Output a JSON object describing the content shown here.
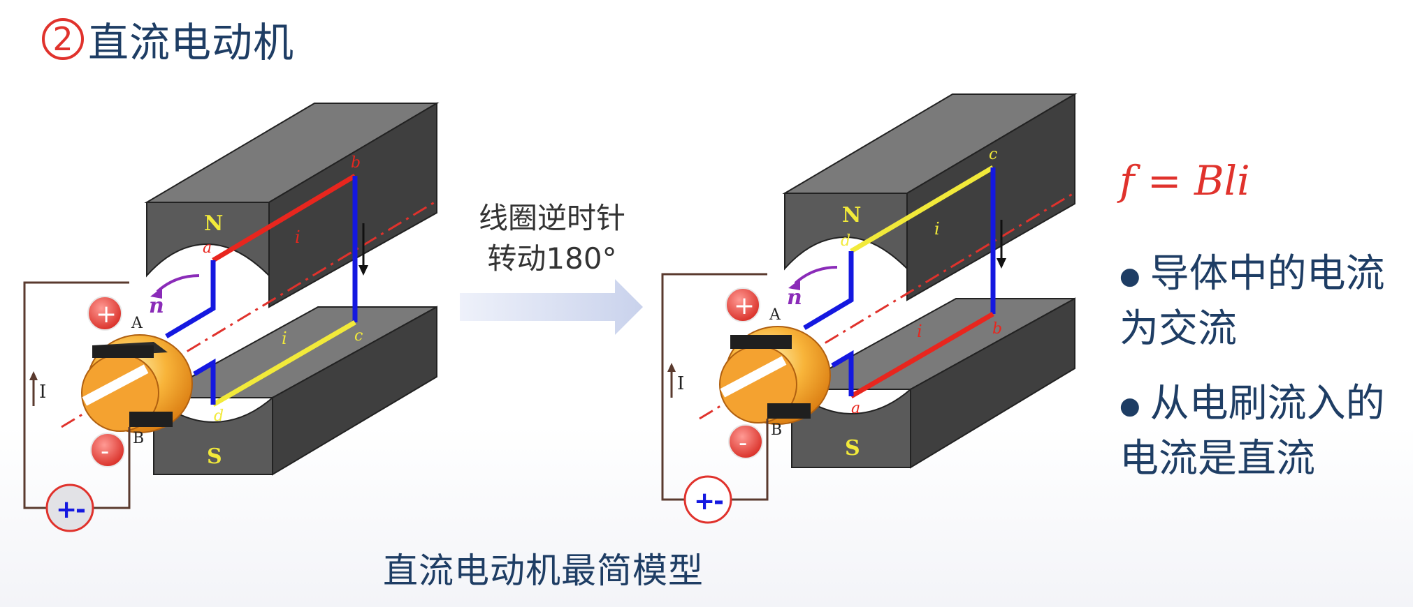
{
  "title": {
    "number": "2",
    "text": "直流电动机"
  },
  "rotation_note": {
    "line1": "线圈逆时针",
    "line2": "转动180°"
  },
  "formula": "f = Bli",
  "bullets": [
    "导体中的电流为交流",
    "从电刷流入的电流是直流"
  ],
  "caption": "直流电动机最简模型",
  "left_diagram": {
    "north_pole": "N",
    "south_pole": "S",
    "corners": {
      "a": "a",
      "b": "b",
      "c": "c",
      "d": "d"
    },
    "current_label": "i",
    "rotation_label": "n",
    "brush_a": "A",
    "brush_b": "B",
    "circuit_current": "I",
    "battery_plus": "+",
    "battery_minus": "-",
    "plus_sign": "+",
    "minus_sign": "-"
  },
  "right_diagram": {
    "north_pole": "N",
    "south_pole": "S",
    "corners": {
      "c": "c",
      "d": "d",
      "b": "b",
      "a": "a"
    },
    "current_label": "i",
    "rotation_label": "n",
    "brush_a": "A",
    "brush_b": "B",
    "circuit_current": "I",
    "battery_plus": "+",
    "battery_minus": "-",
    "plus_sign": "+",
    "minus_sign": "-"
  },
  "colors": {
    "accent_red": "#e0322c",
    "navy": "#1e3d64",
    "magnet": "#5c5c5c",
    "wire_red": "#e8261e",
    "wire_blue": "#1418e0",
    "wire_yellow": "#f2ea3a"
  }
}
